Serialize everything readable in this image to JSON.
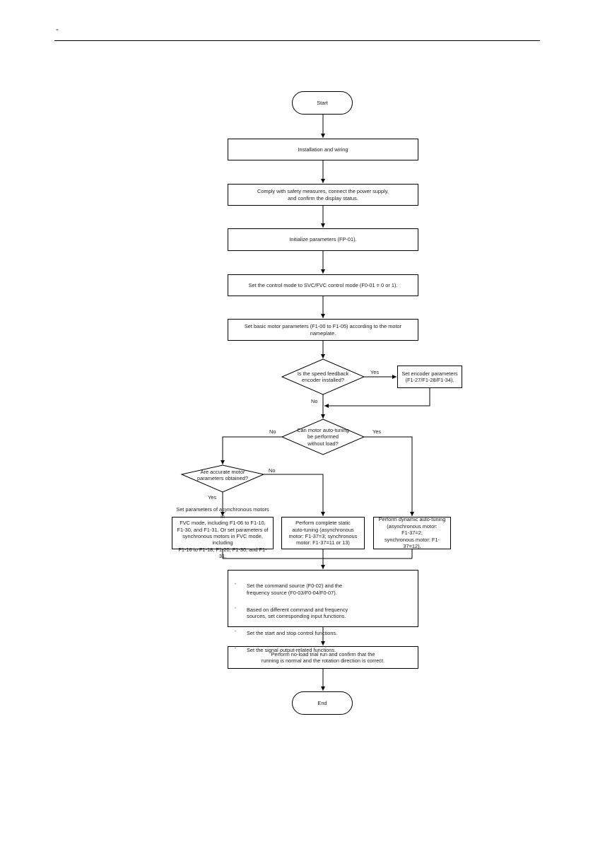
{
  "header": {
    "page_number": "-"
  },
  "flowchart": {
    "start": "Start",
    "install": "Installation and wiring",
    "power": "Comply with safety measures, connect the power supply,\nand confirm the display status.",
    "init": "Initialize parameters (FP-01).",
    "control_mode": "Set the control mode to SVC/FVC control mode (F0-01 = 0 or 1).",
    "basic_params": "Set basic motor parameters (F1-00 to F1-05) according to the motor nameplate.",
    "q_encoder": "Is the speed feedback\nencoder installed?",
    "encoder_params": "Set encoder parameters\n(F1-27/F1-28/F1-34).",
    "q_autotune": "Can motor auto-tuning\nbe performed\nwithout load?",
    "q_params": "Are accurate motor\nparameters obtained?",
    "set_params": "Set parameters of asynchronous motors in\nFVC mode, including F1-06 to F1-10,\nF1-30, and F1-31. Or set parameters of\nsynchronous motors in FVC mode, including\nF1-16 to F1-18, F1-20, F1-30, and F1-31.",
    "static_tuning": "Perform complete static\nauto-tuning (asynchronous\nmotor: F1-37=3; synchronous\nmotor: F1-37=11 or 13)",
    "dynamic_tuning": "Perform dynamic auto-tuning\n(asynchronous motor:\nF1-37=2;\nsynchronous motor: F1-37=12).",
    "config_items": [
      "Set the command source (F0-02) and the\nfrequency source (F0-03/F0-04/F0-07).",
      "Based on different command and frequency\nsources, set corresponding input functions.",
      "Set the start and stop control functions.",
      "Set the signal output-related functions."
    ],
    "trial_run": "Perform no-load trial run and confirm that the\nrunning is normal and the rotation direction is correct.",
    "end": "End",
    "labels": {
      "encoder_yes": "Yes",
      "encoder_no": "No",
      "autotune_no": "No",
      "autotune_yes": "Yes",
      "params_no": "No",
      "params_yes": "Yes"
    }
  },
  "colors": {
    "line": "#000000",
    "bullet": "#9a9a9a"
  }
}
